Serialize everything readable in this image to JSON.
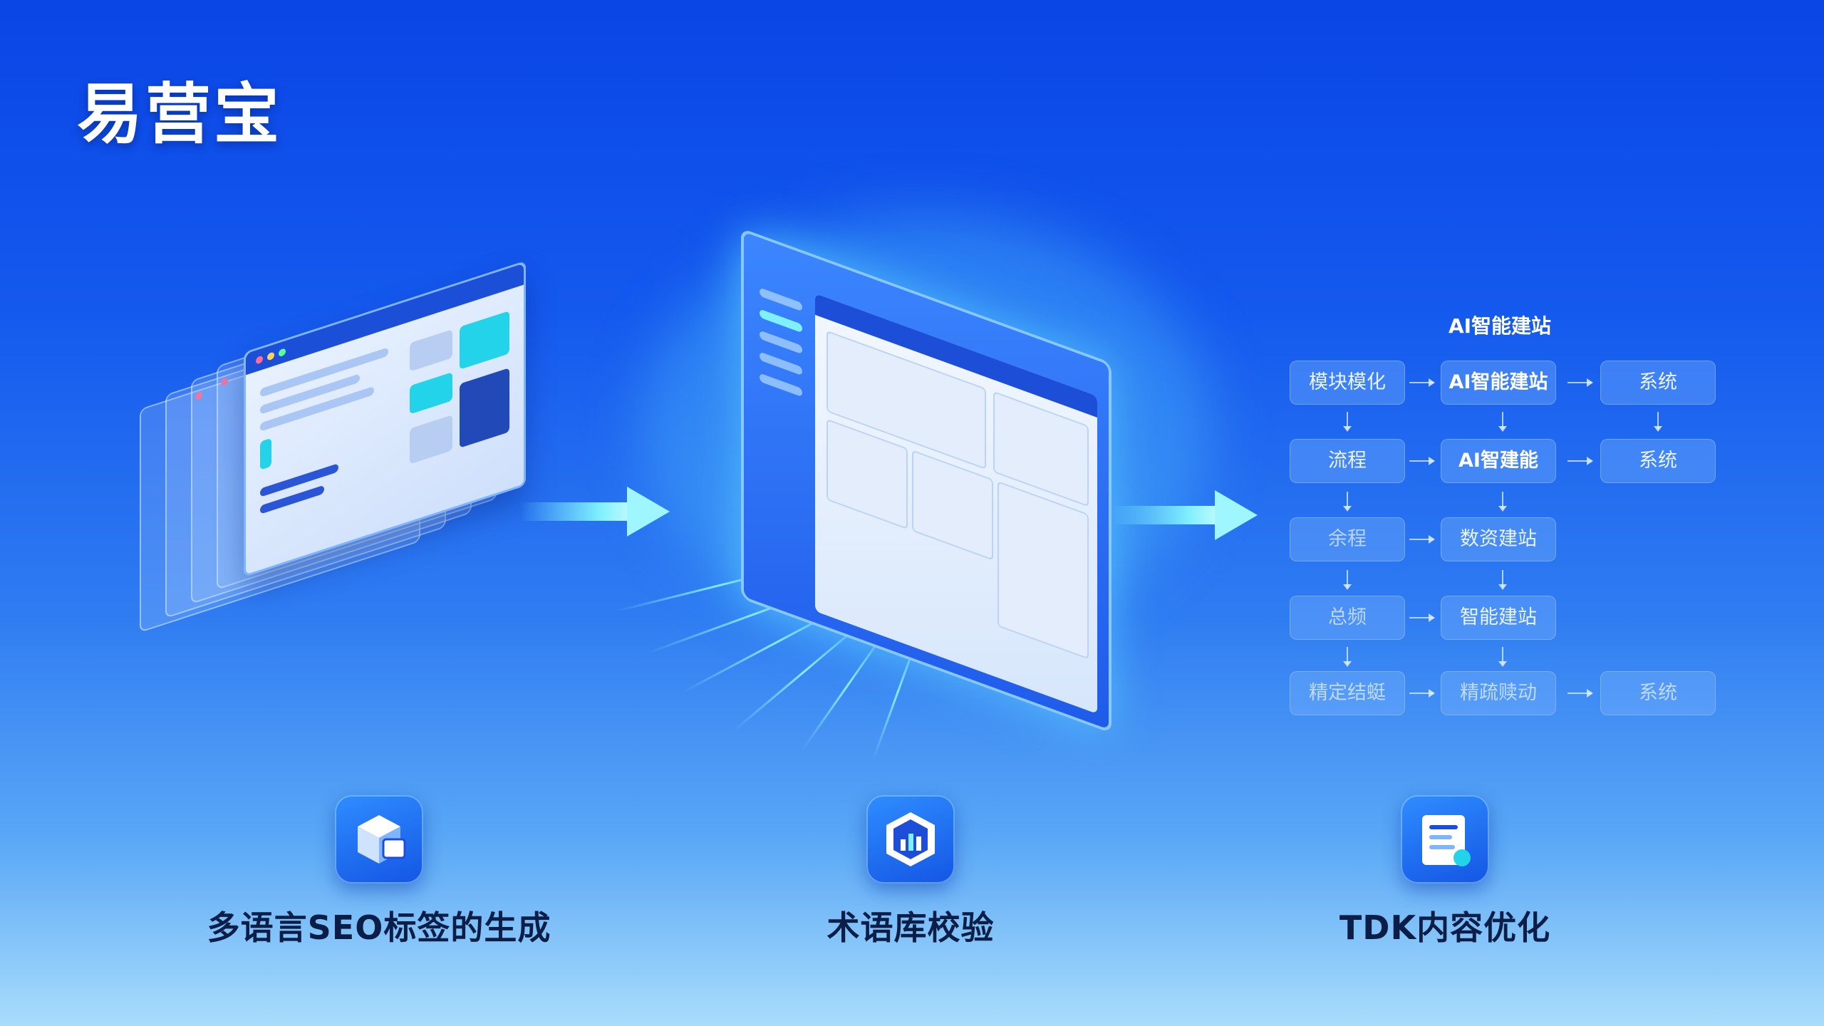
{
  "brand": {
    "title": "易营宝"
  },
  "flow": {
    "title": "AI智能建站",
    "rows": [
      [
        "模块模化",
        "AI智能建站",
        "系统"
      ],
      [
        "流程",
        "AI智建能",
        "系统"
      ],
      [
        "余程",
        "数资建站",
        ""
      ],
      [
        "总频",
        "智能建站",
        ""
      ],
      [
        "精定结蜓",
        "精疏赎动",
        "系统"
      ]
    ]
  },
  "features": [
    {
      "label": "多语言SEO标签的生成",
      "icon": "cube-tag-icon"
    },
    {
      "label": "术语库校验",
      "icon": "chart-shield-icon"
    },
    {
      "label": "TDK内容优化",
      "icon": "document-edit-icon"
    }
  ],
  "colors": {
    "accent": "#7ff0ff",
    "background_top": "#0a45e6",
    "background_bottom": "#a9dcfb",
    "label": "#0b1e48"
  }
}
